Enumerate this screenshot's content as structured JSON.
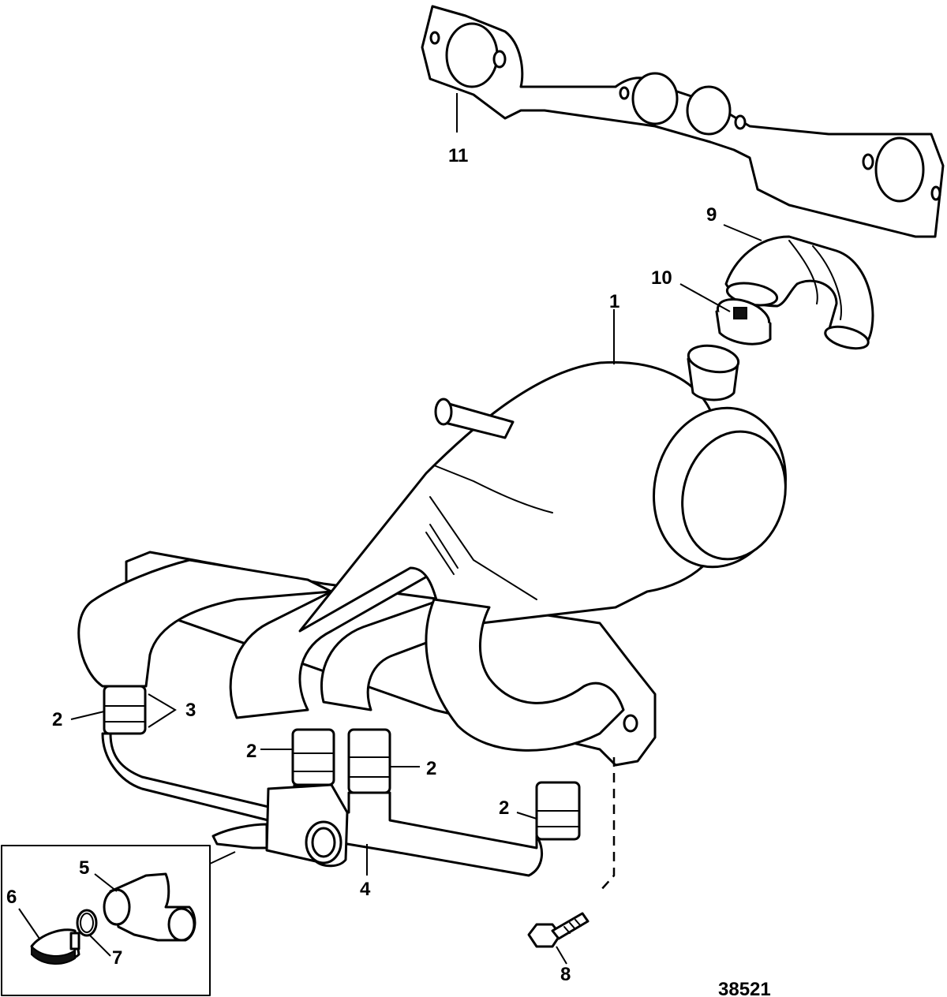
{
  "figure_number": "38521",
  "callouts": {
    "c1": "1",
    "c2a": "2",
    "c2b": "2",
    "c2c": "2",
    "c2d": "2",
    "c3": "3",
    "c4": "4",
    "c5": "5",
    "c6": "6",
    "c7": "7",
    "c8": "8",
    "c9": "9",
    "c10": "10",
    "c11": "11"
  }
}
